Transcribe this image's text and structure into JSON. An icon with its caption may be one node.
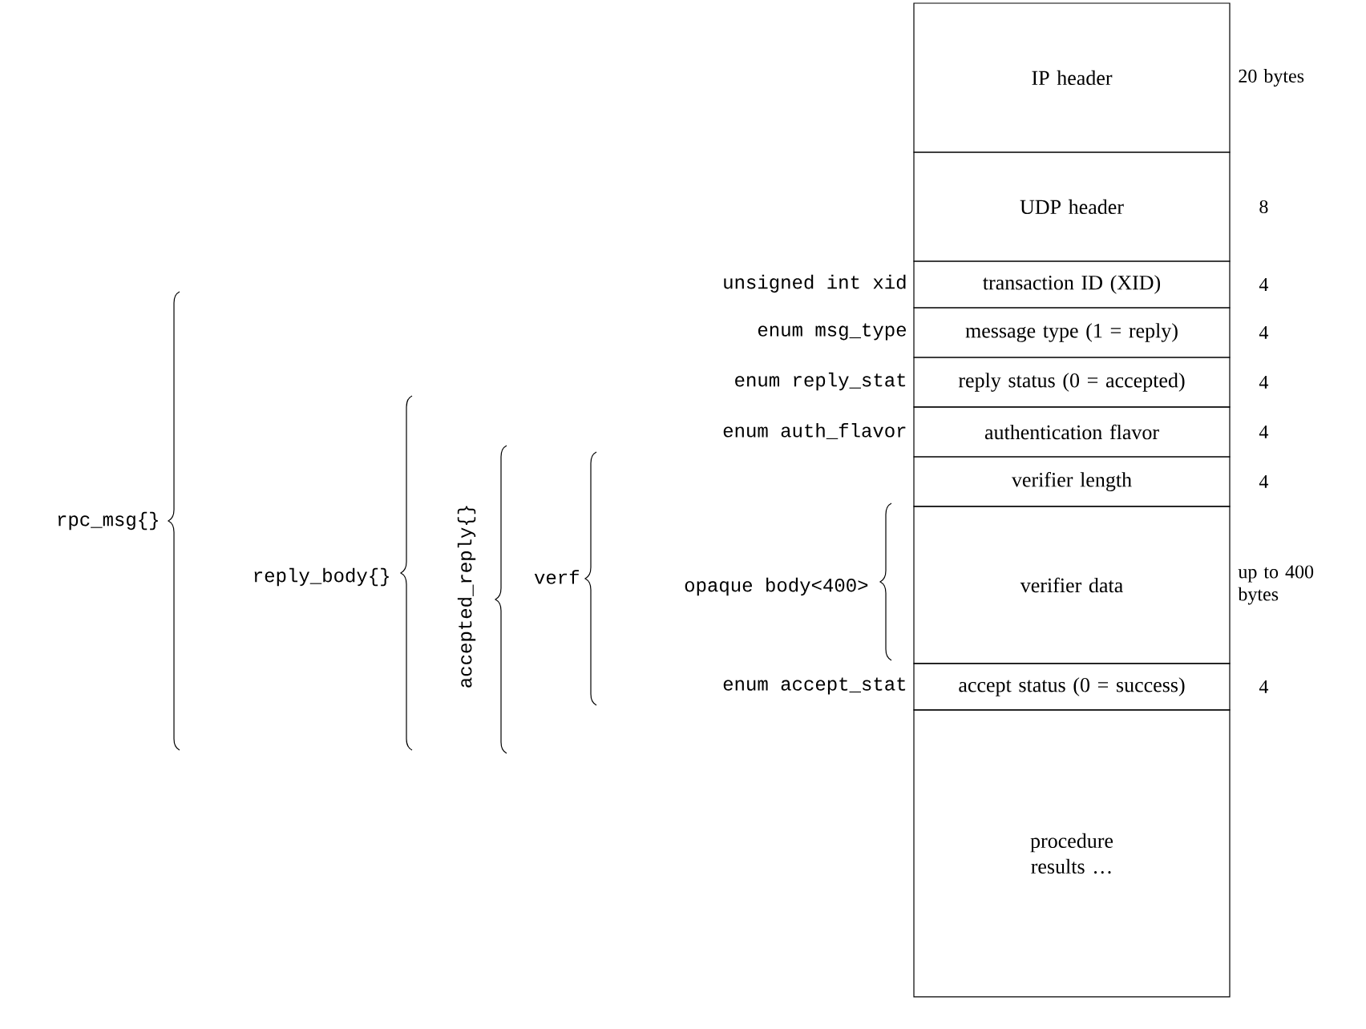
{
  "diagram": {
    "nodes": [
      {
        "text": [
          "IP header"
        ],
        "beside": [
          "20 bytes"
        ]
      },
      {
        "text": [
          "UDP header"
        ],
        "beside": [
          "8"
        ]
      },
      {
        "text": [
          "transaction ID (XID)"
        ],
        "beside": [
          "4"
        ]
      },
      {
        "text": [
          "message type (1 = reply)"
        ],
        "beside": [
          "4"
        ]
      },
      {
        "text": [
          "reply status (0 = accepted)"
        ],
        "beside": [
          "4"
        ]
      },
      {
        "text": [
          "authentication flavor"
        ],
        "beside": [
          "4"
        ]
      },
      {
        "text": [
          "verifier length"
        ],
        "beside": [
          "4"
        ]
      },
      {
        "text": [
          "verifier data"
        ],
        "beside": [
          "up to 400 bytes"
        ]
      },
      {
        "text": [
          "accept status (0 = success)"
        ],
        "beside": [
          "4"
        ]
      },
      {
        "text": [
          "procedure results …"
        ]
      }
    ],
    "labels": [
      "unsigned int xid",
      "enum msg_type",
      "enum reply_stat",
      "enum auth_flavor",
      "rpc_msg{}",
      "reply_body{}",
      "accepted_reply{}",
      "verf",
      "opaque body<400>",
      "enum accept_stat"
    ]
  }
}
